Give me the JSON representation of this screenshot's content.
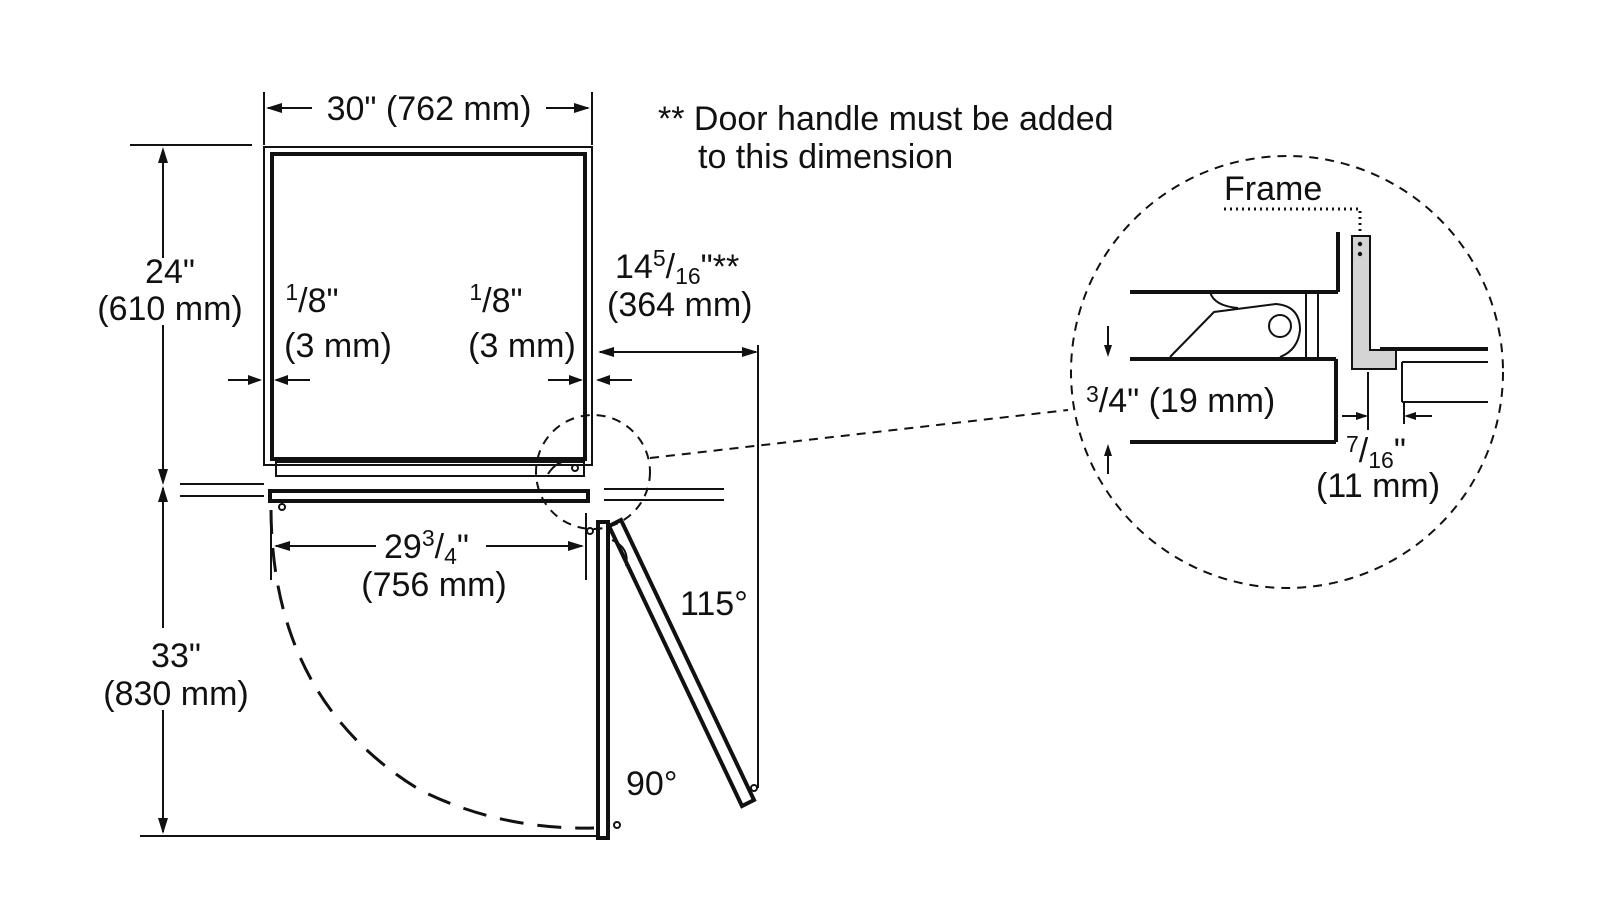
{
  "note": {
    "line1": "** Door handle must be added",
    "line2": "to this dimension"
  },
  "dimensions": {
    "width_top": "30\" (762 mm)",
    "depth_in": "24\"",
    "depth_mm": "(610 mm)",
    "left_gap_frac": "1/8\"",
    "left_gap_mm": "(3 mm)",
    "right_gap_frac": "1/8\"",
    "right_gap_mm": "(3 mm)",
    "door_clear_whole": "14",
    "door_clear_num": "5",
    "door_clear_den": "16",
    "door_clear_suffix": "\"**",
    "door_clear_mm": "(364 mm)",
    "inner_width_whole": "29",
    "inner_width_num": "3",
    "inner_width_den": "4",
    "inner_width_suffix": "\"",
    "inner_width_mm": "(756 mm)",
    "swing_in": "33\"",
    "swing_mm": "(830 mm)",
    "angle_open": "115°",
    "angle_90": "90°"
  },
  "detail": {
    "frame_label": "Frame",
    "panel_thickness": "3/4\" (19 mm)",
    "gap_num": "7",
    "gap_den": "16",
    "gap_suffix": "\"",
    "gap_mm": "(11 mm)"
  },
  "colors": {
    "line": "#111111",
    "frame_fill": "#d4d4d4",
    "background": "#ffffff"
  }
}
